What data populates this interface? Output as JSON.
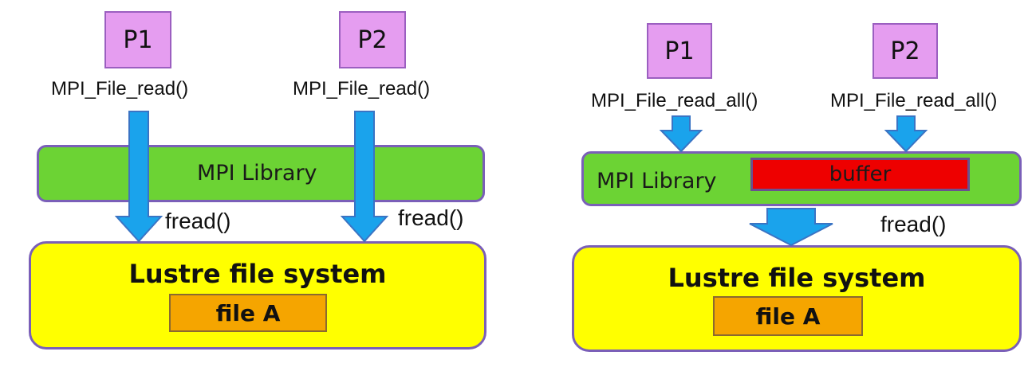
{
  "left": {
    "p1": "P1",
    "p2": "P2",
    "call1": "MPI_File_read()",
    "call2": "MPI_File_read()",
    "library": "MPI Library",
    "fread1": "fread()",
    "fread2": "fread()",
    "filesystem": "Lustre file system",
    "file": "file A"
  },
  "right": {
    "p1": "P1",
    "p2": "P2",
    "call1": "MPI_File_read_all()",
    "call2": "MPI_File_read_all()",
    "library": "MPI Library",
    "buffer": "buffer",
    "fread": "fread()",
    "filesystem": "Lustre file system",
    "file": "file A"
  },
  "colors": {
    "process": "#e59df0",
    "library": "#6cd334",
    "filesystem": "#ffff00",
    "file": "#f5a500",
    "buffer": "#ee0000",
    "arrow": "#1aa3ec"
  }
}
